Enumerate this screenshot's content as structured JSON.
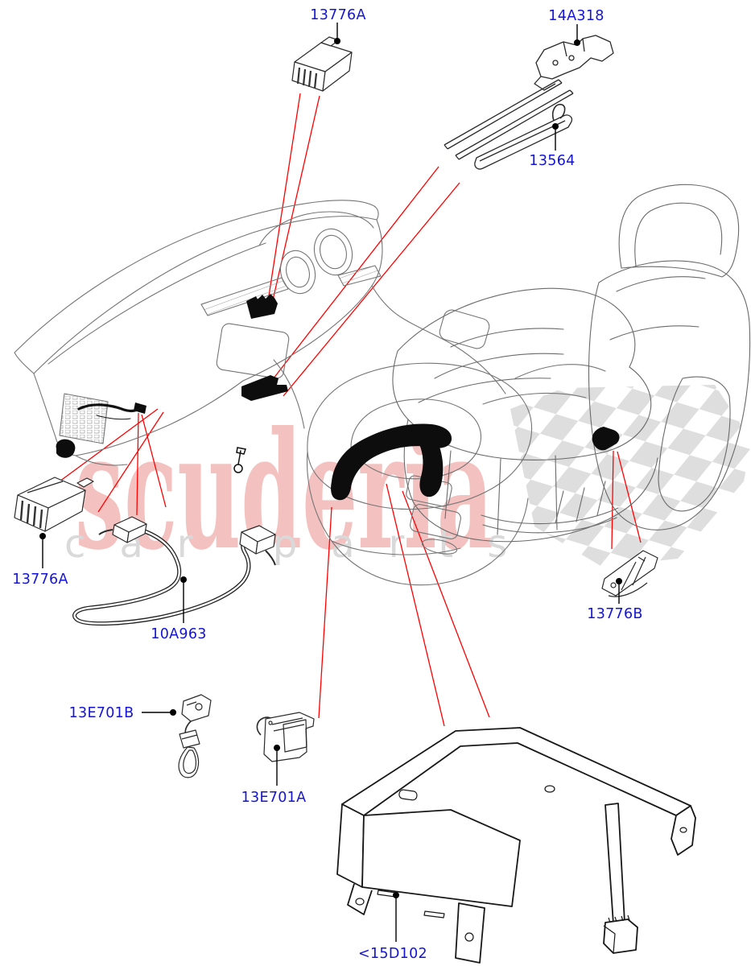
{
  "diagram": {
    "description": "Exploded parts diagram - interior lamps: dashboard, front seat, centre console, floor bracket",
    "watermark": {
      "brand": "scuderia",
      "sub": "car parts"
    },
    "parts": [
      {
        "id": "lamp-module-top",
        "label": "13776A"
      },
      {
        "id": "seat-track-assembly",
        "label": "14A318"
      },
      {
        "id": "track-bracket",
        "label": "13564"
      },
      {
        "id": "lamp-module-left",
        "label": "13776A"
      },
      {
        "id": "wiring-harness",
        "label": "10A963"
      },
      {
        "id": "lamp-13e701b",
        "label": "13E701B"
      },
      {
        "id": "lamp-13e701a",
        "label": "13E701A"
      },
      {
        "id": "lamp-seat-underside",
        "label": "13776B"
      },
      {
        "id": "console-bracket",
        "label": "<15D102"
      }
    ],
    "colors": {
      "label_blue": "#1414d8",
      "leader_red": "#ff0000",
      "leader_black": "#000000",
      "watermark_red": "rgba(214,52,48,0.30)",
      "watermark_gray": "#d9d9d9",
      "checker_gray": "#dedede",
      "line_art": "#707070"
    }
  }
}
